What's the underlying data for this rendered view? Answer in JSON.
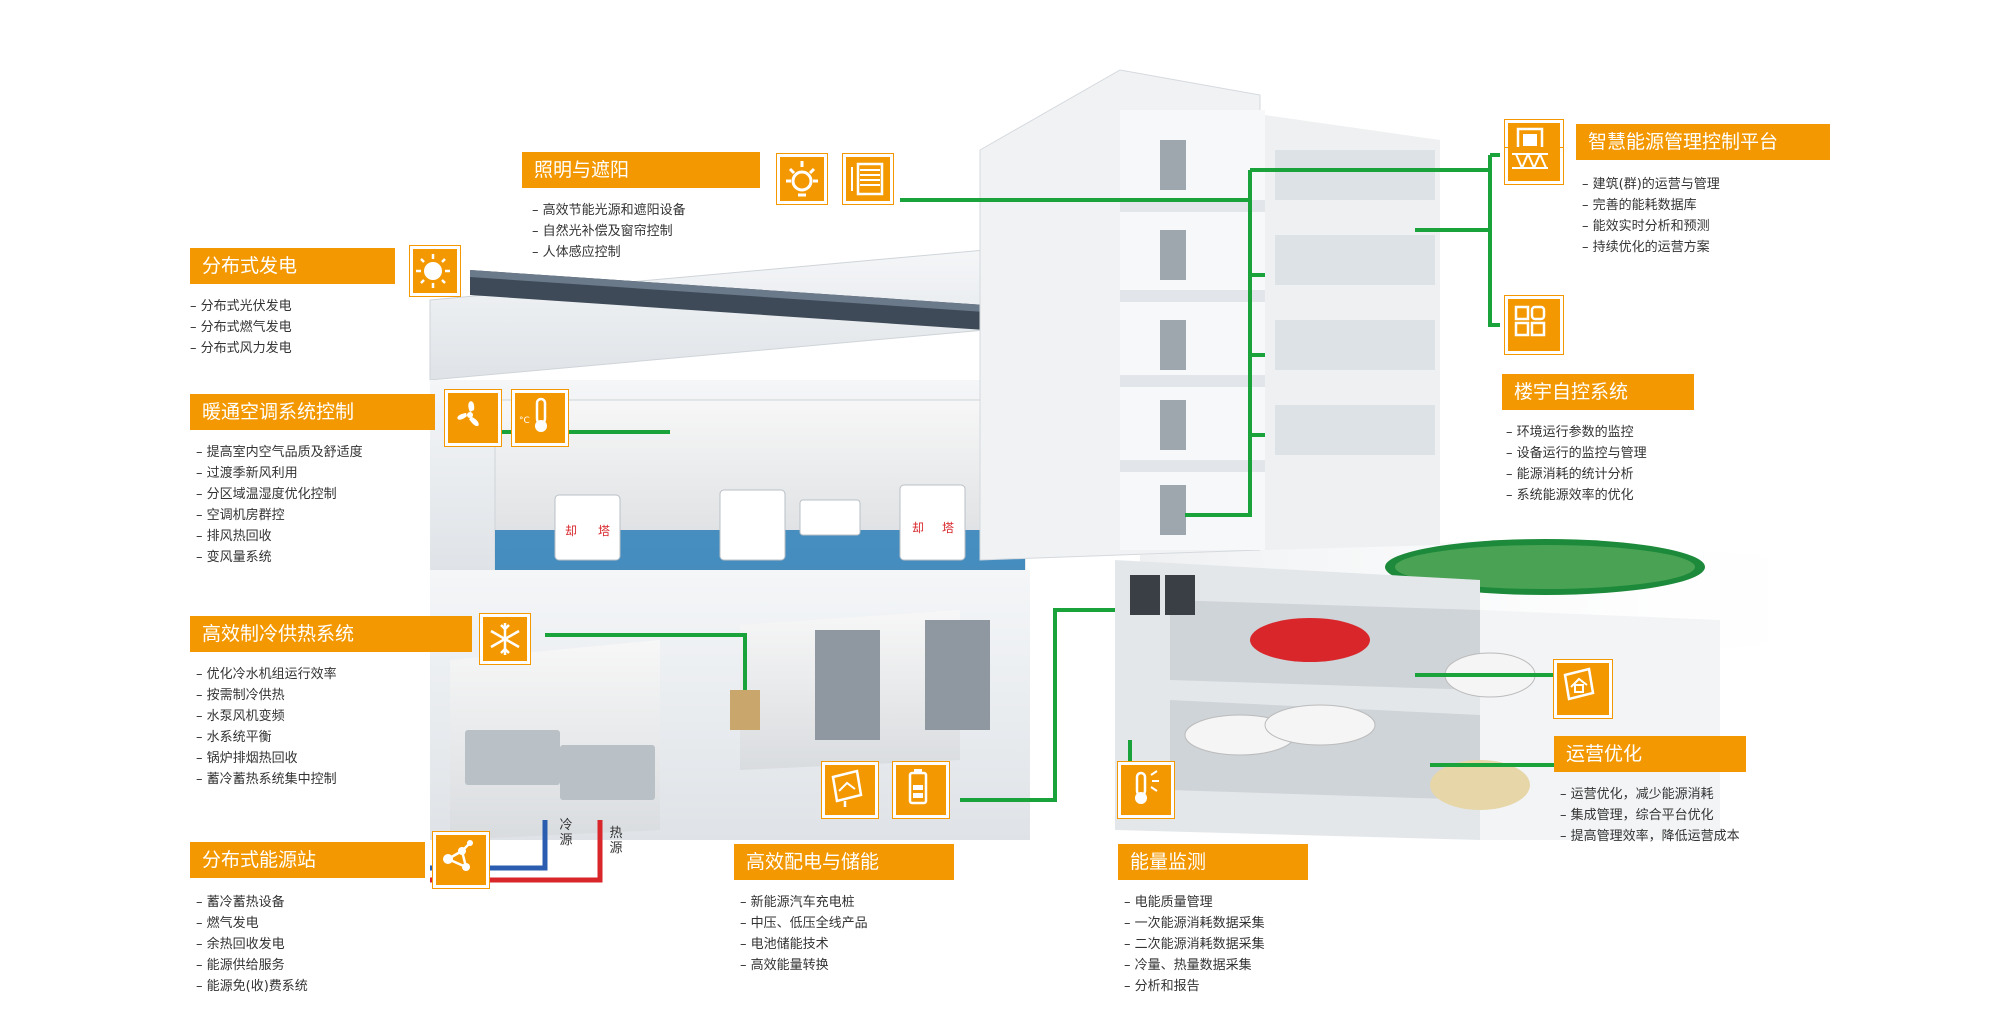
{
  "sections": {
    "lighting": {
      "title": "照明与遮阳",
      "items": [
        "高效节能光源和遮阳设备",
        "自然光补偿及窗帘控制",
        "人体感应控制"
      ]
    },
    "dist_power": {
      "title": "分布式发电",
      "items": [
        "分布式光伏发电",
        "分布式燃气发电",
        "分布式风力发电"
      ]
    },
    "hvac": {
      "title": "暖通空调系统控制",
      "items": [
        "提高室内空气品质及舒适度",
        "过渡季新风利用",
        "分区域温湿度优化控制",
        "空调机房群控",
        "排风热回收",
        "变风量系统"
      ]
    },
    "cooling": {
      "title": "高效制冷供热系统",
      "items": [
        "优化冷水机组运行效率",
        "按需制冷供热",
        "水泵风机变频",
        "水系统平衡",
        "锅炉排烟热回收",
        "蓄冷蓄热系统集中控制"
      ]
    },
    "energy_station": {
      "title": "分布式能源站",
      "items": [
        "蓄冷蓄热设备",
        "燃气发电",
        "余热回收发电",
        "能源供给服务",
        "能源免(收)费系统"
      ]
    },
    "power_storage": {
      "title": "高效配电与储能",
      "items": [
        "新能源汽车充电桩",
        "中压、低压全线产品",
        "电池储能技术",
        "高效能量转换"
      ]
    },
    "monitoring": {
      "title": "能量监测",
      "items": [
        "电能质量管理",
        "一次能源消耗数据采集",
        "二次能源消耗数据采集",
        "冷量、热量数据采集",
        "分析和报告"
      ]
    },
    "platform": {
      "title": "智慧能源管理控制平台",
      "items": [
        "建筑(群)的运营与管理",
        "完善的能耗数据库",
        "能效实时分析和预测",
        "持续优化的运营方案"
      ]
    },
    "bas": {
      "title": "楼宇自控系统",
      "items": [
        "环境运行参数的监控",
        "设备运行的监控与管理",
        "能源消耗的统计分析",
        "系统能源效率的优化"
      ]
    },
    "operation": {
      "title": "运营优化",
      "items": [
        "运营优化，减少能源消耗",
        "集成管理，综合平台优化",
        "提高管理效率，降低运营成本"
      ]
    }
  },
  "pipes": {
    "cold": "冷源",
    "hot": "热源"
  },
  "tower_text": [
    "却",
    "塔",
    "却",
    "塔"
  ],
  "colors": {
    "accent": "#f39800",
    "line": "#19a33a",
    "pipe_cold": "#2a5db0",
    "pipe_hot": "#d8262b"
  },
  "icons": [
    "sun-icon",
    "lamp-icon",
    "blinds-icon",
    "fan-icon",
    "thermometer-icon",
    "snowflake-icon",
    "network-icon",
    "solar-panel-icon",
    "battery-icon",
    "meter-icon",
    "monitor-icon",
    "control-panel-icon",
    "grid-icon",
    "operation-icon"
  ]
}
